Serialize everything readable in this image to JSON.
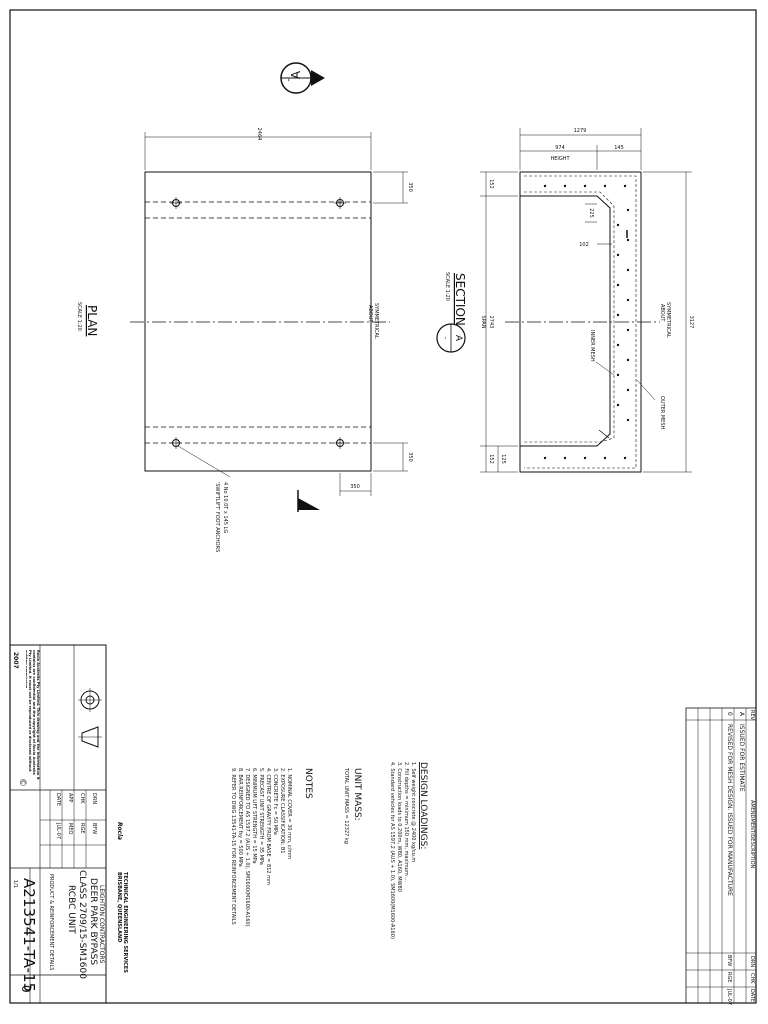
{
  "drawing": {
    "plan": {
      "title": "PLAN",
      "scale": "SCALE 1:20",
      "dim_length": "2464",
      "dim_top": "350",
      "dim_bottom": "350",
      "dim_bottom_horiz": "350",
      "axis_label_1": "SYMMETRICAL",
      "axis_label_2": "ABOUT",
      "anchor_note_1": "4 No 10.0T x 145 LG",
      "anchor_note_2": "'SWIFTLIFT' FOOT ANCHORS"
    },
    "section": {
      "title": "SECTION",
      "scale": "SCALE 1:20",
      "marker_letter": "A",
      "marker_sub": "-",
      "dim_overall_height": "1279",
      "dim_height": "974",
      "dim_height_label": "HEIGHT",
      "dim_slab": "145",
      "dim_wall_top": "152",
      "dim_wall_bottom": "152",
      "dim_right_extra": "125",
      "dim_haunch": "225",
      "dim_102": "102",
      "dim_span": "2743",
      "dim_span_label": "SPAN",
      "dim_overall_width": "3127",
      "inner_mesh": "INNER MESH",
      "outer_mesh": "OUTER MESH",
      "axis_label_1": "SYMMETRICAL",
      "axis_label_2": "ABOUT"
    },
    "section_marker": {
      "letter": "A",
      "sub": "-"
    }
  },
  "design_loadings": {
    "title": "DESIGN LOADINGS:",
    "items": [
      "1.  Self weight concrete @ 2400 kg/cu.m",
      "2.  Fill depths = minimum 150 mm, maximum ...",
      "3.  Construction loads to 0.200m, W80, A160, MW80",
      "4.  Standard vehicles for AS 1597.2 (AUS + 1.0), SM1600(M1600-A160)"
    ]
  },
  "unit_mass": {
    "title": "UNIT MASS:",
    "value": "TOTAL UNIT MASS = 12327 kg"
  },
  "notes": {
    "title": "NOTES",
    "items": [
      "1.  NOMINAL COVER = 30 mm, c/mm",
      "2.  EXPOSURE CLASSIFICATION: B1",
      "3.  CONCRETE f'c = 50 MPa",
      "4.  CENTRE OF GRAVITY FROM BASE = 812 mm",
      "5.  PRECAST UNIT STRENGTH = 35 MPa",
      "6.  MINIMUM LIFT STRENGTH = 15 MPa",
      "7.  DESIGNED TO AS 1597.2 (AUS + 1.0), SM1600(M1600-A160)",
      "8.  BAR REINFORCEMENT fsy = 500 MPa",
      "9.  REFER TO DWG 13541-TA-15  FOR REINFORCEMENT DETAILS"
    ]
  },
  "revisions": {
    "header": "AMENDMENT/DESCRIPTION",
    "col_rev": "REV",
    "col_by": "DRN",
    "col_chk": "CHK",
    "col_date": "DATE",
    "rows": [
      {
        "rev": "A",
        "desc": "ISSUED FOR ESTIMATE",
        "drn": "",
        "chk": "",
        "date": ""
      },
      {
        "rev": "0",
        "desc": "REVISED FOR MESH DESIGN. ISSUED FOR MANUFACTURE",
        "drn": "BFW",
        "chk": "RGE",
        "date": "JUL-07"
      }
    ]
  },
  "title_block": {
    "company": "Rocla",
    "dept_1": "TECHNICAL ENGINEERING SERVICES",
    "dept_2": "BRISBANE, QUEENSLAND",
    "client": "LEIGHTON CONTRACTORS",
    "project": "DEER PARK BYPASS",
    "title_1": "CLASS 2709/15-SM1600",
    "title_2": "RCBC UNIT",
    "subtitle": "PRODUCT & REINFORCEMENT DETAILS",
    "size": "A2",
    "dwg_no": "13541-TA-15",
    "rev": "0",
    "sheet": "1/1",
    "drawn_label": "DRN",
    "drawn": "BFW",
    "checked_label": "CHK",
    "checked": "RGE",
    "approved_label": "APP",
    "approved": "MEO",
    "date_label": "DATE",
    "date": "JUL-07",
    "copyright_text": "Rocla Australia Pty Limited. This drawing and the information it contains are confidential and the copyright of Rocla Australia Pty Limited. It must not be reproduced or disclosed without written permission.",
    "copyright_year": "2007",
    "copyright_symbol": "©",
    "projection_label": "THIRD ANGLE PROJECTION"
  }
}
